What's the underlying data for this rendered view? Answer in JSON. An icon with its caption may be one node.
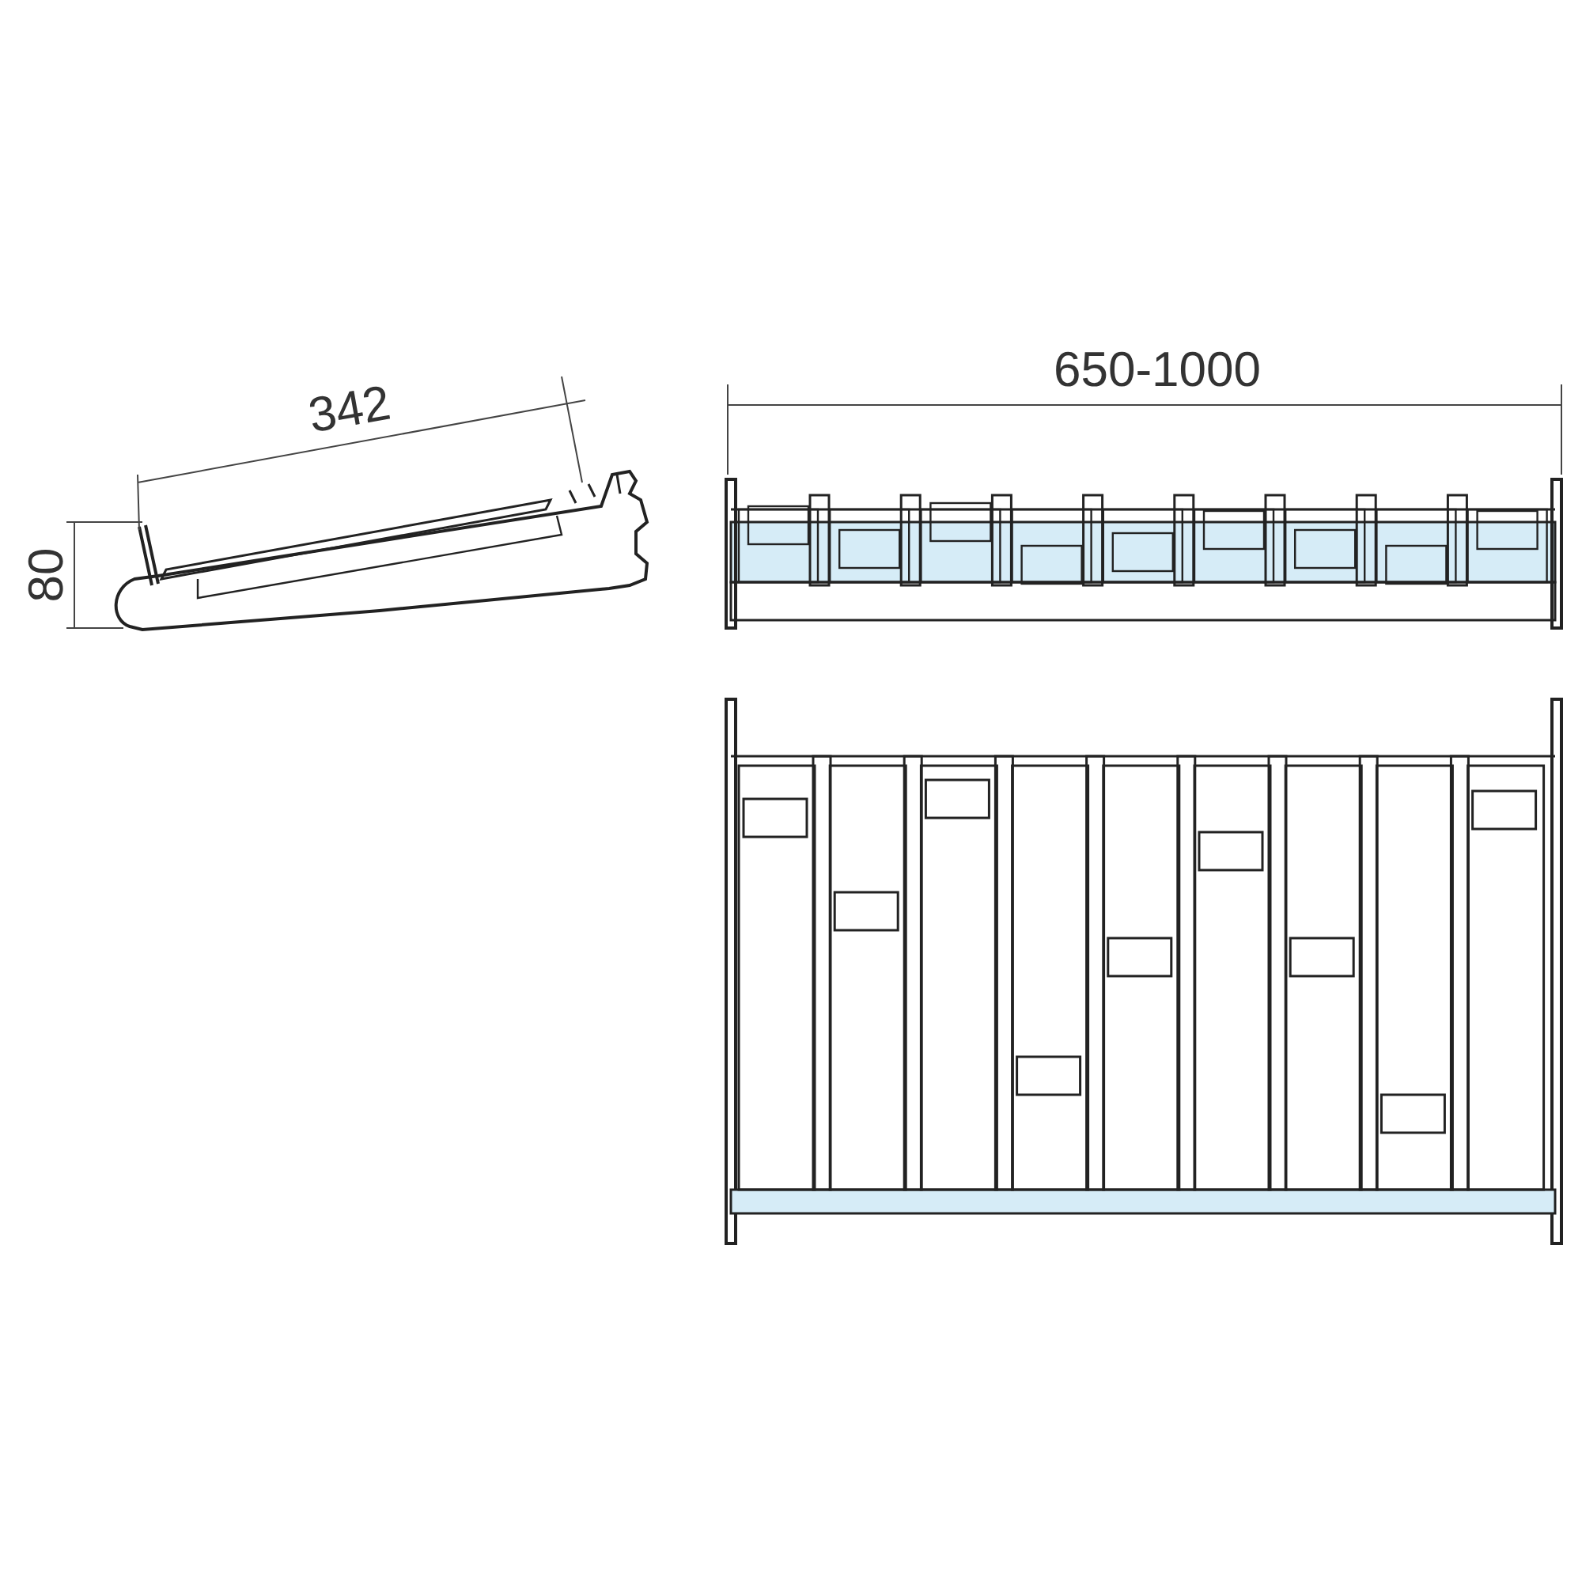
{
  "diagram": {
    "labels": [
      "342",
      "80",
      "650-1000"
    ]
  }
}
